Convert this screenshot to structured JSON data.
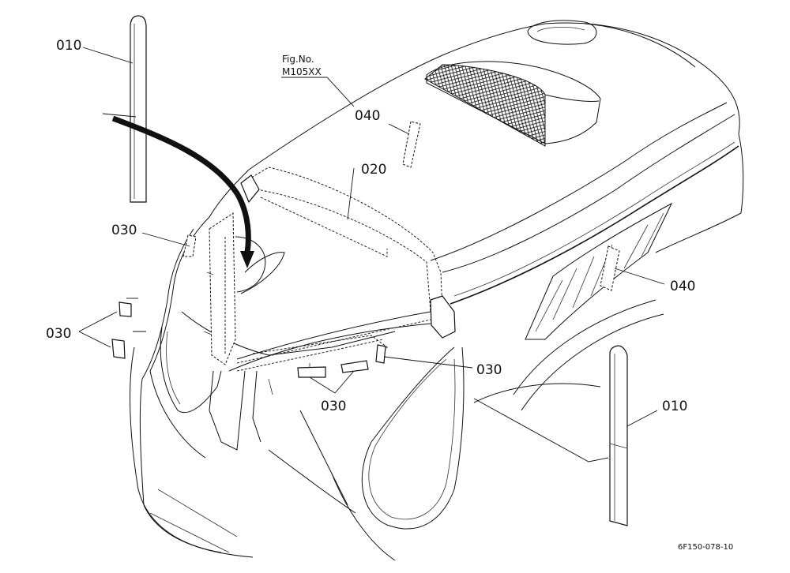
{
  "figure": {
    "fig_no_label": "Fig.No.",
    "fig_no_value": "M105XX",
    "drawing_code": "6F150-078-10"
  },
  "callouts": {
    "c010_top": "010",
    "c010_right": "010",
    "c020": "020",
    "c030_upper": "030",
    "c030_left": "030",
    "c030_mid_right": "030",
    "c030_bottom": "030",
    "c040_top": "040",
    "c040_right": "040"
  }
}
